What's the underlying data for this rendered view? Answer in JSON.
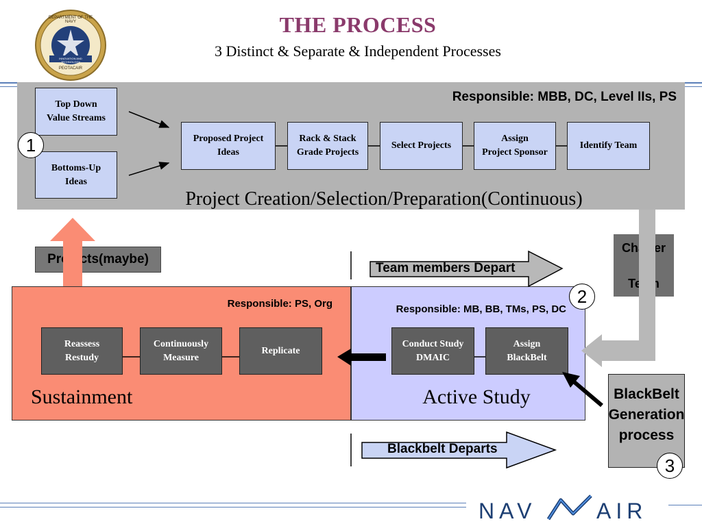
{
  "header": {
    "title": "THE PROCESS",
    "subtitle": "3 Distinct & Separate & Independent Processes"
  },
  "seal": {
    "text_top": "DEPARTMENT OF THE NAVY",
    "text_banner": "INNOVATION AND TECHNOLOGY",
    "text_bottom": "PEOTACAIR"
  },
  "creation": {
    "responsible": "Responsible: MBB, DC, Level IIs, PS",
    "label": "Project Creation/Selection/Preparation(Continuous)",
    "number": "1",
    "sources": [
      "Top Down\nValue Streams",
      "Bottoms-Up\nIdeas"
    ],
    "steps": [
      "Proposed Project\nIdeas",
      "Rack & Stack\nGrade Projects",
      "Select Projects",
      "Assign\nProject Sponsor",
      "Identify Team"
    ]
  },
  "projects_tag": "Projects(maybe)",
  "charter_tag": "Charter\n&\nTeam",
  "team_depart": "Team members Depart",
  "blackbelt_depart": "Blackbelt Departs",
  "active": {
    "number": "2",
    "responsible": "Responsible: MB, BB, TMs, PS, DC",
    "label": "Active Study",
    "steps": [
      "Conduct Study\nDMAIC",
      "Assign\nBlackBelt"
    ]
  },
  "sustain": {
    "responsible": "Responsible: PS, Org",
    "label": "Sustainment",
    "steps": [
      "Reassess\nRestudy",
      "Continuously\nMeasure",
      "Replicate"
    ]
  },
  "blackbelt_gen": {
    "label": "BlackBelt\nGeneration\nprocess",
    "number": "3"
  },
  "footer": {
    "logo_left": "NAV",
    "logo_right": "AIR"
  },
  "colors": {
    "title": "#8a3a6b",
    "panel_gray": "#b3b3b3",
    "sustain": "#fa8c74",
    "active": "#ccccff",
    "step_blue": "#c9d4f5",
    "step_dark": "#5f5f5f",
    "arrow_gray": "#b8b8b8",
    "arrow_salmon": "#fa8c74",
    "arrow_blue": "#c9d4f5",
    "footer_blue": "#1d3f73"
  }
}
